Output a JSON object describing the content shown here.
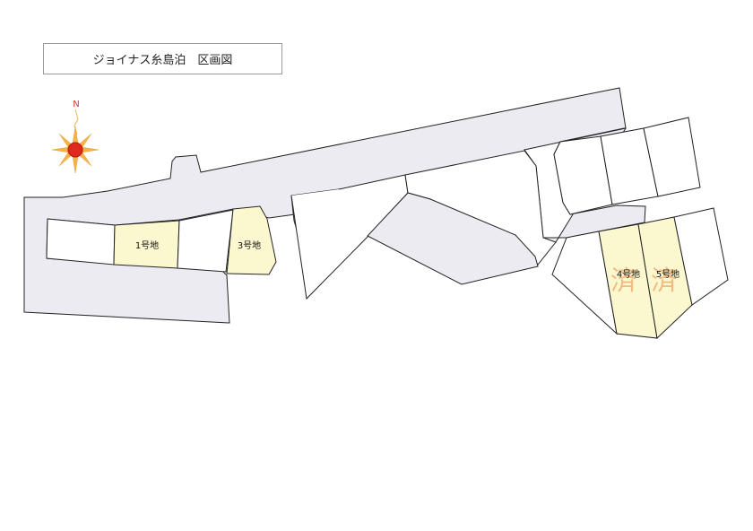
{
  "title": "ジョイナス糸島泊　区画図",
  "compass": {
    "label": "N",
    "icon": "north-compass-icon",
    "color": "#e0281e"
  },
  "colors": {
    "road": "#ecebf2",
    "available_lot": "#fbf7cf",
    "sold_mark": "#f0b277",
    "line": "#222222"
  },
  "lots": [
    {
      "id": "1",
      "label": "1号地"
    },
    {
      "id": "3",
      "label": "3号地"
    },
    {
      "id": "4",
      "label": "4号地",
      "sold_mark": "済"
    },
    {
      "id": "5",
      "label": "5号地",
      "sold_mark": "済"
    }
  ]
}
